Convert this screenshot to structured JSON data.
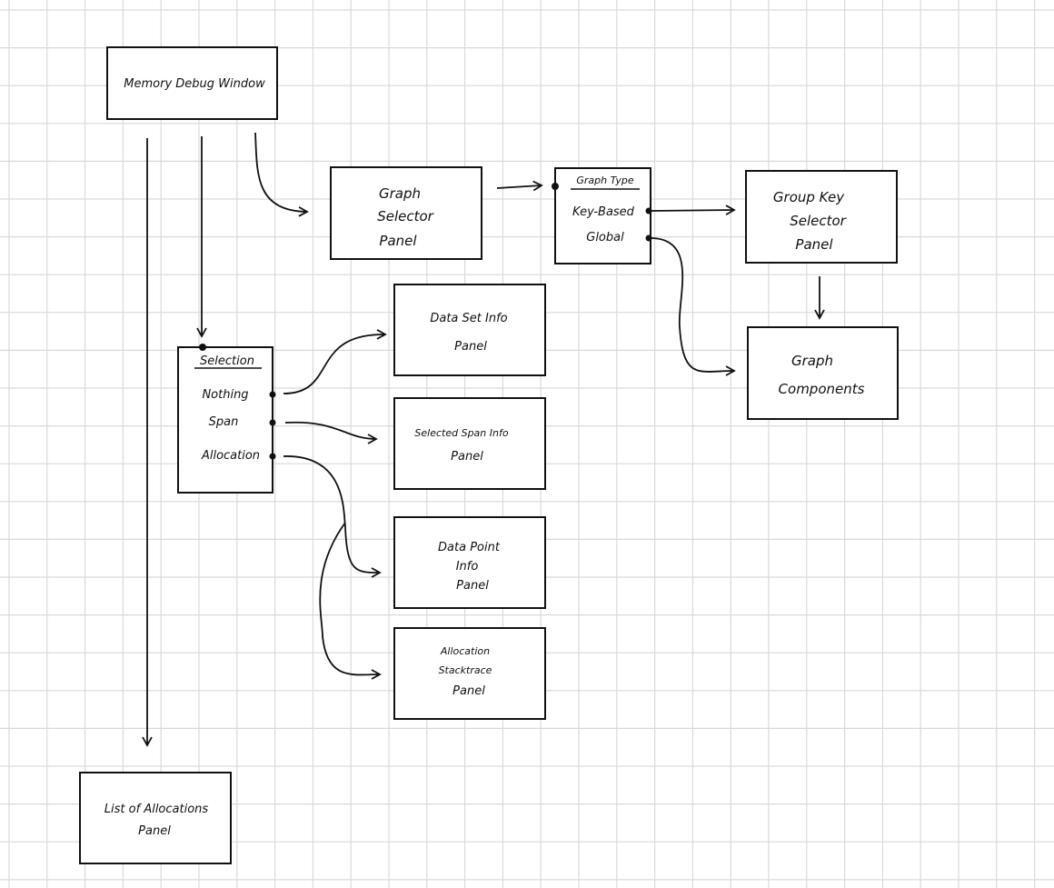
{
  "nodes": {
    "memory_debug_window": "Memory Debug Window",
    "graph_selector_panel": [
      "Graph",
      "Selector",
      "Panel"
    ],
    "graph_type": {
      "title": "Graph Type",
      "options": [
        "Key-Based",
        "Global"
      ]
    },
    "group_key_selector_panel": [
      "Group Key",
      "Selector",
      "Panel"
    ],
    "graph_components": [
      "Graph",
      "Components"
    ],
    "selection": {
      "title": "Selection",
      "options": [
        "Nothing",
        "Span",
        "Allocation"
      ]
    },
    "data_set_info_panel": [
      "Data Set Info",
      "Panel"
    ],
    "selected_span_info_panel": [
      "Selected Span Info",
      "Panel"
    ],
    "data_point_info_panel": [
      "Data Point",
      "Info",
      "Panel"
    ],
    "allocation_stacktrace_panel": [
      "Allocation",
      "Stacktrace",
      "Panel"
    ],
    "list_of_allocations_panel": [
      "List of Allocations",
      "Panel"
    ]
  },
  "colors": {
    "grid": "#d9d9d9",
    "ink": "#111111",
    "background": "#ffffff"
  }
}
